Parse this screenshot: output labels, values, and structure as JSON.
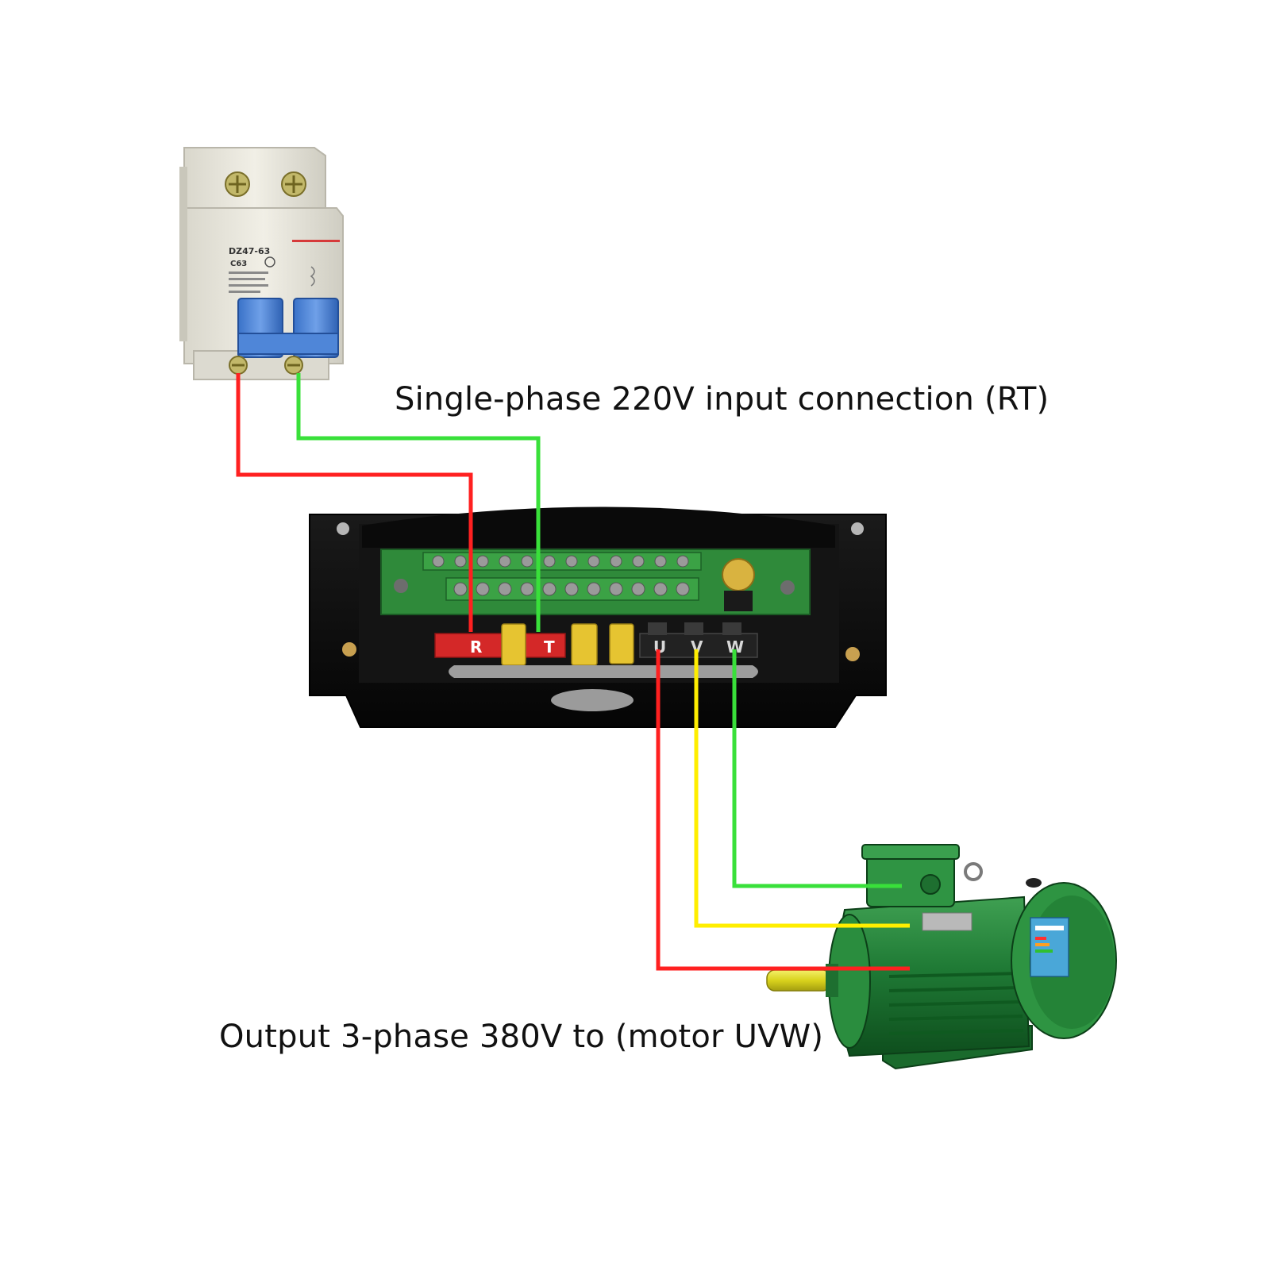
{
  "captions": {
    "input": "Single-phase 220V input connection (RT)",
    "output": "Output 3-phase 380V to (motor UVW)"
  },
  "breaker": {
    "model": "DZ47-63",
    "rating": "C63"
  },
  "terminals": {
    "input": [
      "R",
      "T"
    ],
    "output": [
      "U",
      "V",
      "W"
    ]
  },
  "wires": {
    "breaker_left_to_R": "#ff2020",
    "breaker_right_to_T": "#39e03a",
    "U_to_motor": "#ff2020",
    "V_to_motor": "#ffee00",
    "W_to_motor": "#39e03a"
  },
  "icons": [
    "circuit-breaker-icon",
    "inverter-terminal-block-icon",
    "electric-motor-icon"
  ]
}
